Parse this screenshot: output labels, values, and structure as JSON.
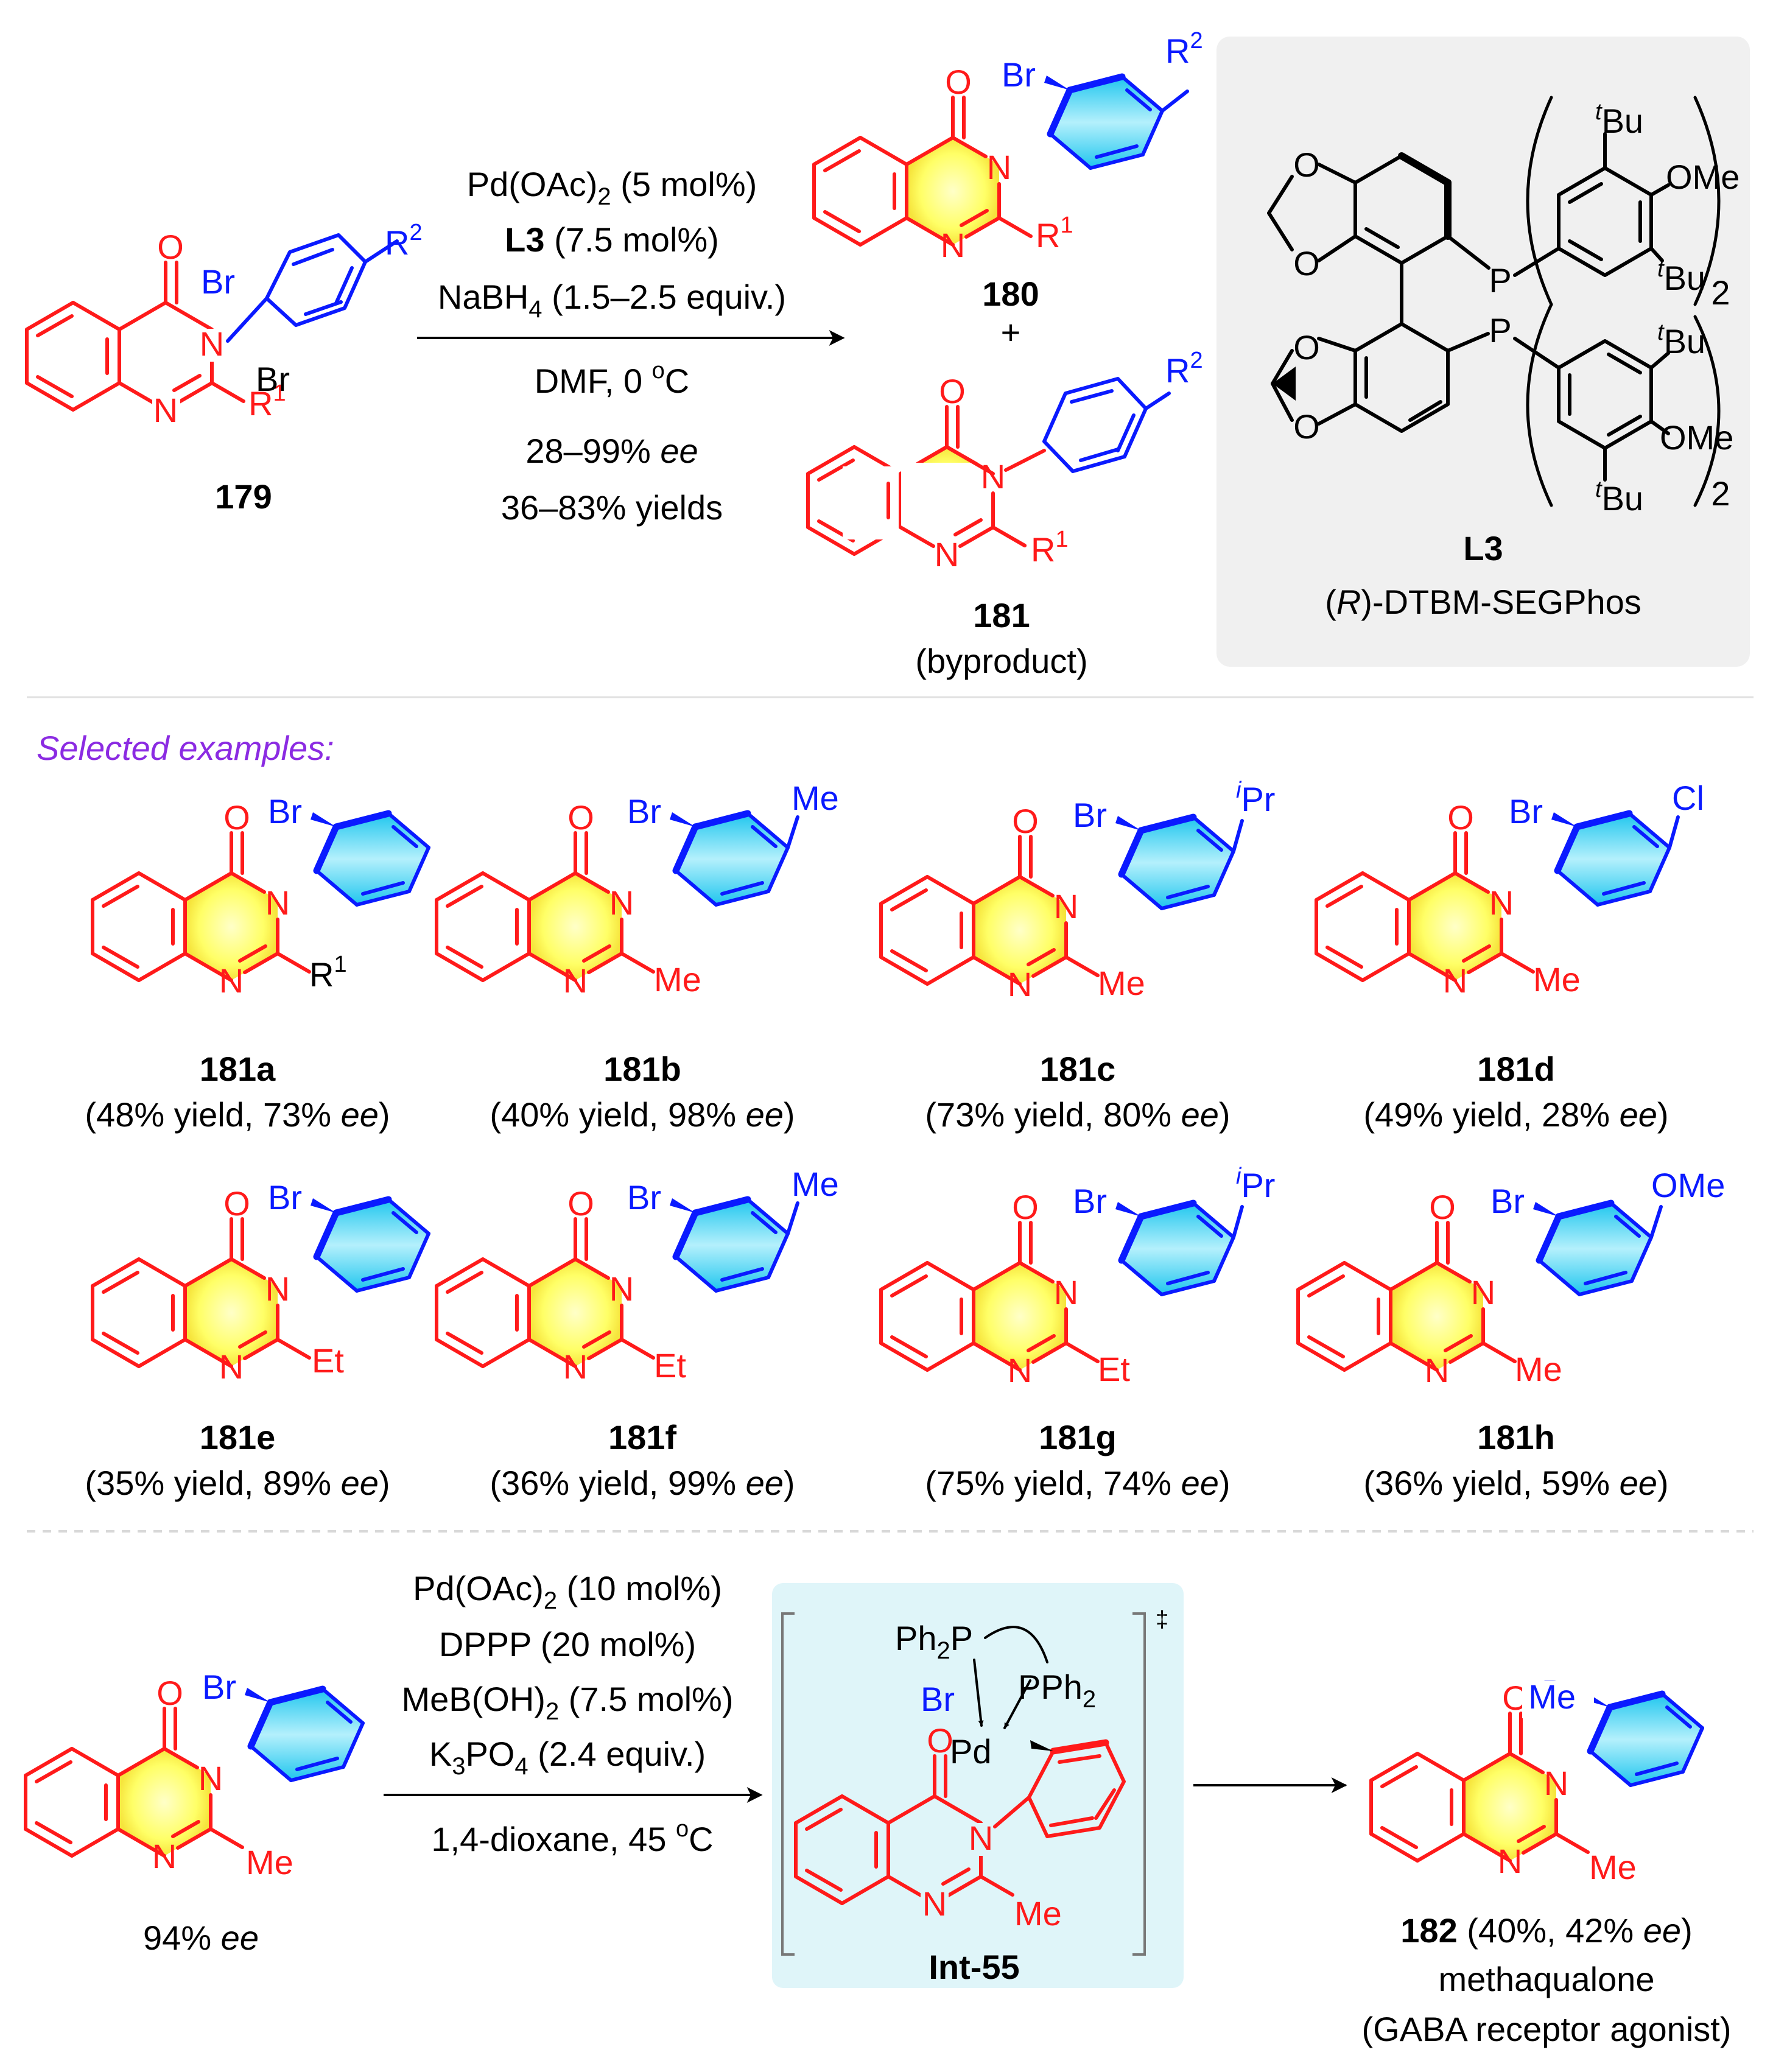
{
  "colors": {
    "core": "#ff1a1a",
    "aryl": "#0a1aff",
    "highlight_yellow": "#ffff66",
    "highlight_cyan": "#3fd6f2",
    "panel_gray": "#f0f0f0",
    "panel_cyan": "#dff5f9",
    "heading_purple": "#8b2be2"
  },
  "atoms": {
    "O": "O",
    "N": "N",
    "Br": "Br",
    "R": "R",
    "sup1": "1",
    "sup2": "2",
    "Me": "Me",
    "Et": "Et",
    "Cl": "Cl",
    "Pr": "Pr",
    "i": "i",
    "OMe": "OMe",
    "t": "t",
    "Bu": "Bu",
    "P": "P",
    "Ph": "Ph",
    "sub2": "2",
    "Pd": "Pd",
    "dagger": "‡"
  },
  "reaction1": {
    "reactant_label": "179",
    "conditions": {
      "line1_a": "Pd(OAc)",
      "line1_sub": "2",
      "line1_b": " (5 mol%)",
      "line2_bold": "L3",
      "line2_rest": " (7.5 mol%)",
      "line3_a": "NaBH",
      "line3_sub": "4",
      "line3_b": " (1.5–2.5 equiv.)",
      "line4_a": "DMF, 0 ",
      "line4_sup": "o",
      "line4_b": "C",
      "line5_a": "28–99% ",
      "line5_it": "ee",
      "line6": "36–83% yields"
    },
    "product_label": "180",
    "plus": "+",
    "byproduct_label": "181",
    "byproduct_note": "(byproduct)"
  },
  "ligand": {
    "label": "L3",
    "name_open": "(",
    "name_it": "R",
    "name_rest": ")-DTBM-SEGPhos",
    "multiplier": "2"
  },
  "section_heading": "Selected examples:",
  "examples": [
    {
      "id": "181a",
      "yield_text": "(48% yield, 73% ",
      "ee": "ee",
      "close": ")"
    },
    {
      "id": "181b",
      "yield_text": "(40% yield, 98% ",
      "ee": "ee",
      "close": ")"
    },
    {
      "id": "181c",
      "yield_text": "(73% yield, 80% ",
      "ee": "ee",
      "close": ")"
    },
    {
      "id": "181d",
      "yield_text": "(49% yield, 28% ",
      "ee": "ee",
      "close": ")"
    },
    {
      "id": "181e",
      "yield_text": "(35% yield, 89% ",
      "ee": "ee",
      "close": ")"
    },
    {
      "id": "181f",
      "yield_text": "(36% yield, 99% ",
      "ee": "ee",
      "close": ")"
    },
    {
      "id": "181g",
      "yield_text": "(75% yield, 74% ",
      "ee": "ee",
      "close": ")"
    },
    {
      "id": "181h",
      "yield_text": "(36% yield, 59% ",
      "ee": "ee",
      "close": ")"
    }
  ],
  "reaction2": {
    "start_ee_a": "94% ",
    "start_ee_it": "ee",
    "conditions": {
      "line1_a": "Pd(OAc)",
      "line1_sub": "2",
      "line1_b": " (10 mol%)",
      "line2": "DPPP (20 mol%)",
      "line3": "MeB(OH)",
      "line3_sub": "2",
      "line3_b": " (7.5 mol%)",
      "line4_a": "K",
      "line4_sub": "3",
      "line4_b": "PO",
      "line4_sub2": "4",
      "line4_c": " (2.4 equiv.)",
      "line5_a": "1,4-dioxane, 45 ",
      "line5_sup": "o",
      "line5_b": "C"
    },
    "intermediate_label": "Int-55",
    "product_bold": "182",
    "product_yield_a": " (40%, 42% ",
    "product_yield_it": "ee",
    "product_yield_b": ")",
    "product_name": "methaqualone",
    "product_note": "(GABA receptor agonist)"
  }
}
